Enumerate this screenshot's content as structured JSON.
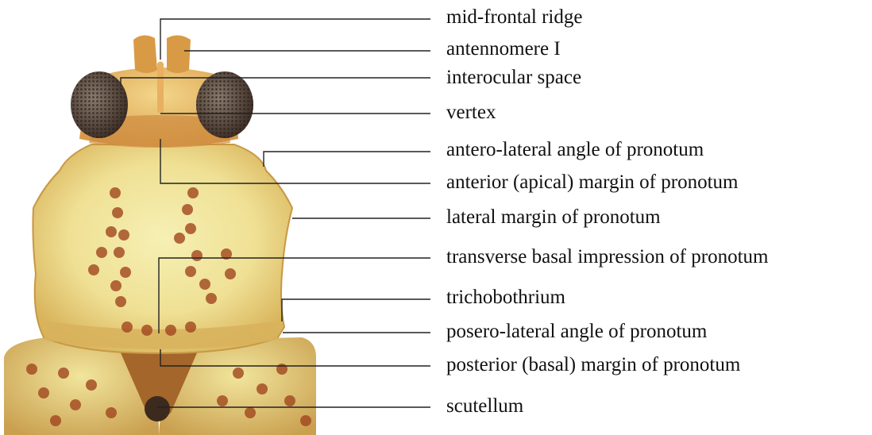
{
  "labels": [
    {
      "id": "mid-frontal-ridge",
      "text": "mid-frontal ridge"
    },
    {
      "id": "antennomere-i",
      "text": "antennomere I"
    },
    {
      "id": "interocular-space",
      "text": "interocular space"
    },
    {
      "id": "vertex",
      "text": "vertex"
    },
    {
      "id": "antero-lateral-angle",
      "text": "antero-lateral angle of pronotum"
    },
    {
      "id": "anterior-margin",
      "text": "anterior (apical) margin of pronotum"
    },
    {
      "id": "lateral-margin",
      "text": "lateral margin of pronotum"
    },
    {
      "id": "transverse-basal-impression",
      "text": "transverse basal impression of pronotum"
    },
    {
      "id": "trichobothrium",
      "text": "trichobothrium"
    },
    {
      "id": "posero-lateral-angle",
      "text": "posero-lateral angle of pronotum"
    },
    {
      "id": "posterior-margin",
      "text": "posterior (basal) margin of pronotum"
    },
    {
      "id": "scutellum",
      "text": "scutellum"
    }
  ],
  "colors": {
    "cuticle_light": "#f3ea9e",
    "cuticle_mid": "#e3c66a",
    "cuticle_dark": "#b9822e",
    "punctures": "#a0461e",
    "eye": "#4a3a30",
    "leader_lines": "#222222",
    "label_text": "#111111"
  }
}
